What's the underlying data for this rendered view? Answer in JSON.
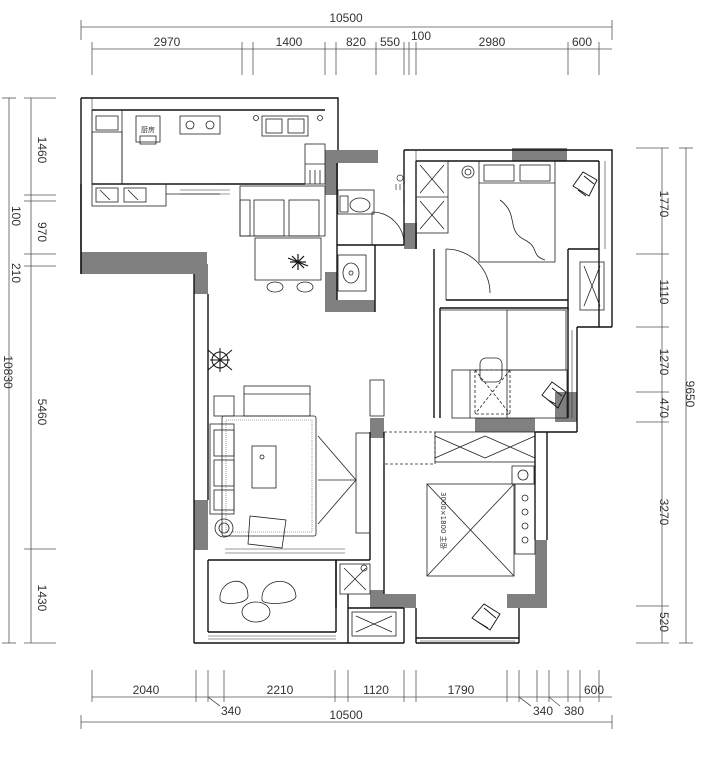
{
  "top_dims": {
    "total": "10500",
    "segments": [
      "2970",
      "1400",
      "820",
      "550",
      "100",
      "2980",
      "600"
    ]
  },
  "bottom_dims": {
    "total": "10500",
    "segments": [
      "2040",
      "340",
      "2210",
      "1120",
      "1790",
      "340",
      "380",
      "600"
    ]
  },
  "left_dims": {
    "total": "10830",
    "segments": [
      "1460",
      "100",
      "970",
      "210",
      "5460",
      "1430"
    ]
  },
  "right_dims": {
    "total": "9650",
    "segments": [
      "1770",
      "1110",
      "1270",
      "470",
      "3270",
      "520"
    ]
  },
  "labels": {
    "stove_text": "厨房",
    "bed_text": "3000×1800 主卧"
  },
  "colors": {
    "wall": "#808080",
    "line": "#222222",
    "frame": "#111111"
  }
}
